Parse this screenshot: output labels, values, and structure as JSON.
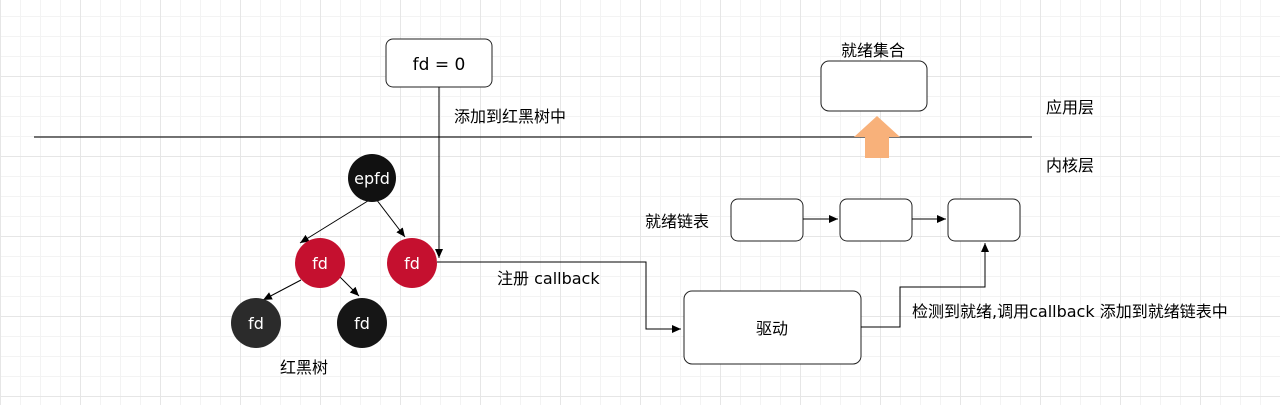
{
  "diagram": {
    "nodes": {
      "fd_app": "fd = 0",
      "ready_set": "就绪集合",
      "epfd": "epfd",
      "fd_red_left": "fd",
      "fd_red_right": "fd",
      "fd_black_left": "fd",
      "fd_black_right": "fd",
      "driver": "驱动",
      "ready_list_label": "就绪链表"
    },
    "labels": {
      "add_to_tree": "添加到红黑树中",
      "app_layer": "应用层",
      "kernel_layer": "内核层",
      "register_callback": "注册 callback",
      "detect_ready": "检测到就绪,调用callback 添加到就绪链表中",
      "rb_tree": "红黑树"
    },
    "colors": {
      "epfd": "#111111",
      "red_node": "#c5102f",
      "black_node_1": "#2b2b2b",
      "black_node_2": "#161616",
      "up_arrow": "#f8b17a"
    }
  }
}
